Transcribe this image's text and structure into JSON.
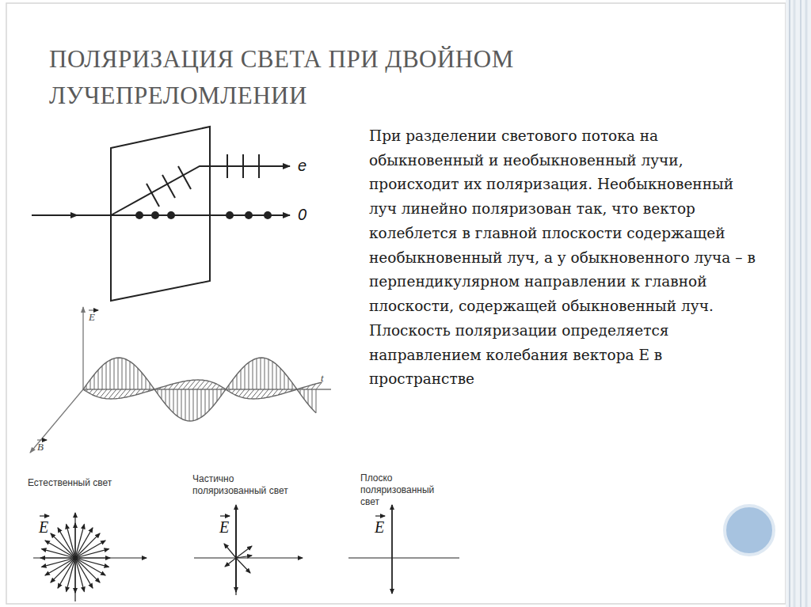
{
  "diagram": {
    "title": "ПОЛЯРИЗАЦИЯ СВЕТА ПРИ ДВОЙНОМ ЛУЧЕПРЕЛОМЛЕНИИ",
    "labels": [
      "При разделении светового потока на обыкновенный и необыкновенный лучи, происходит их поляризация. Необыкновенный луч линейно поляризован так, что вектор колеблется в главной плоскости содержащей необыкновенный луч, а у обыкновенного луча – в перпендикулярном направлении к главной плоскости, содержащей обыкновенный луч.",
      "Плоскость поляризации определяется направлением колебания вектора E в пространстве",
      "e",
      "0",
      "E",
      "t",
      "B",
      "Естественный свет",
      "E",
      "Частично поляризованный свет",
      "E",
      "Плоско поляризованный свет",
      "E"
    ]
  }
}
